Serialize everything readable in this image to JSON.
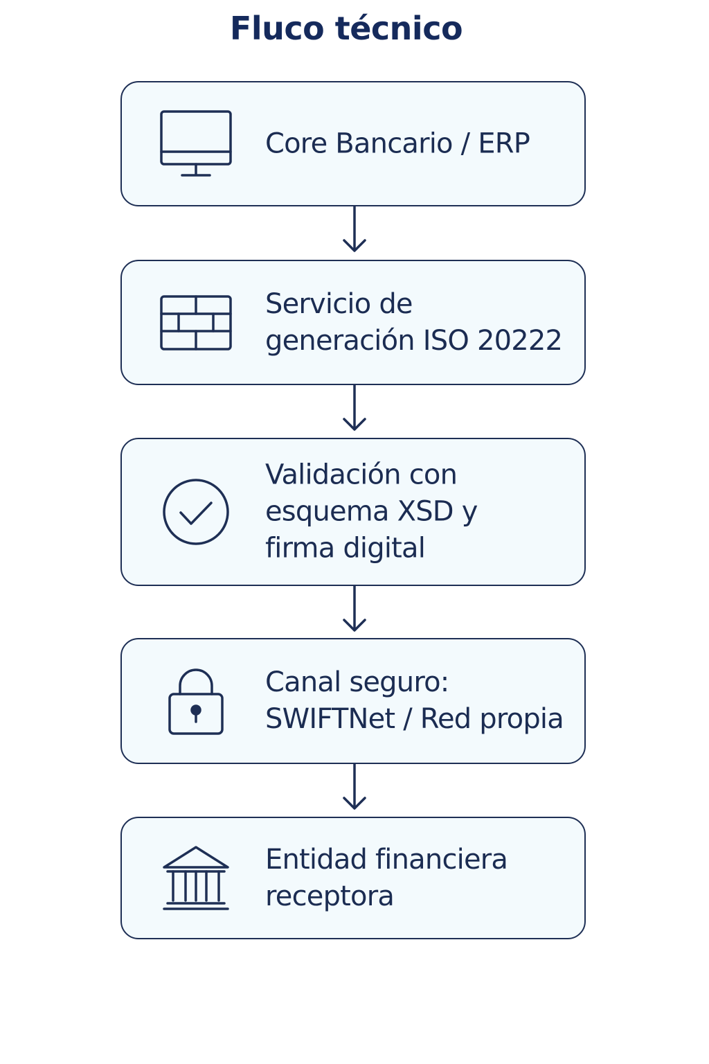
{
  "title": "Fluco técnico",
  "colors": {
    "stroke": "#1e2f55",
    "box_fill": "#f3fafd",
    "title": "#152a5c",
    "text": "#1b2c52"
  },
  "steps": [
    {
      "icon": "monitor-icon",
      "label": "Core Bancario / ERP"
    },
    {
      "icon": "brick-wall-icon",
      "label": "Servicio de\ngeneración ISO 20222"
    },
    {
      "icon": "check-circle-icon",
      "label": "Validación con\nesquema XSD y\nfirma digital"
    },
    {
      "icon": "padlock-icon",
      "label": "Canal seguro:\nSWIFTNet / Red propia"
    },
    {
      "icon": "bank-building-icon",
      "label": "Entidad financiera\nreceptora"
    }
  ],
  "connections": [
    {
      "from": 0,
      "to": 1
    },
    {
      "from": 1,
      "to": 2
    },
    {
      "from": 2,
      "to": 3
    },
    {
      "from": 3,
      "to": 4
    }
  ]
}
